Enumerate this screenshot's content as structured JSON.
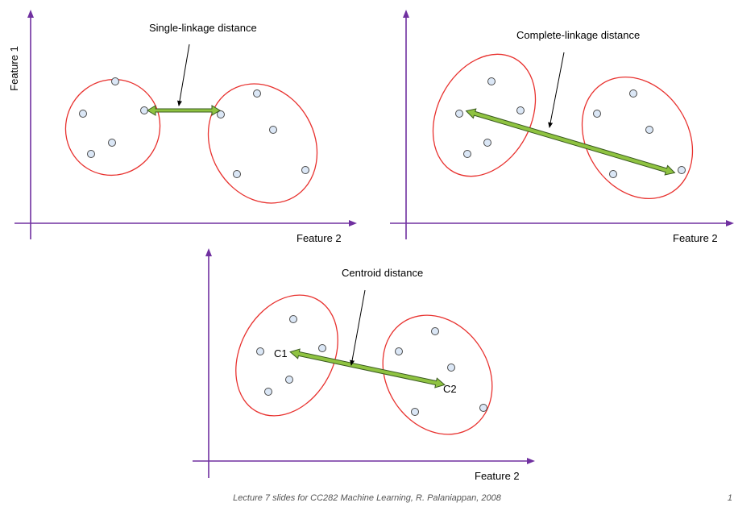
{
  "colors": {
    "axis": "#7030a0",
    "cluster_outline": "#e8322f",
    "point_fill": "#dbe7f6",
    "point_stroke": "#4a4a4a",
    "arrow_fill": "#8fc341",
    "arrow_stroke": "#3a5a20"
  },
  "panels": {
    "single": {
      "annotation": "Single-linkage distance",
      "y_axis_label": "Feature 1",
      "x_axis_label": "Feature 2"
    },
    "complete": {
      "annotation": "Complete-linkage distance",
      "x_axis_label": "Feature 2"
    },
    "centroid": {
      "annotation": "Centroid distance",
      "x_axis_label": "Feature 2",
      "centroid_a": "C1",
      "centroid_b": "C2"
    }
  },
  "footer": {
    "caption": "Lecture 7 slides for CC282 Machine Learning, R. Palaniappan, 2008",
    "page_number": "1"
  }
}
